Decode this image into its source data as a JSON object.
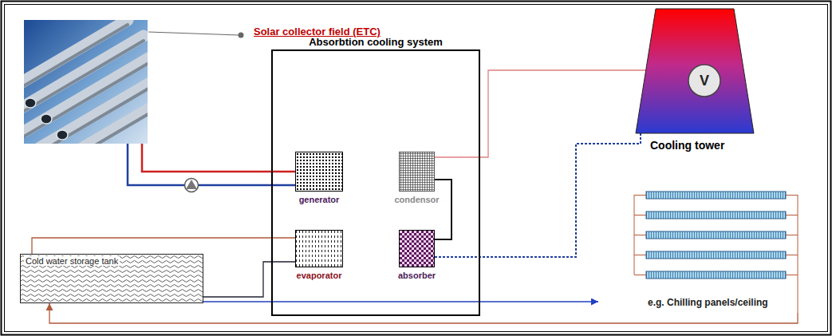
{
  "diagram": {
    "nodes": [
      {
        "text": [
          "Solar collector field (ETC)"
        ]
      },
      {
        "text": [
          "Absorbtion cooling system"
        ]
      },
      {
        "text": [
          "generator"
        ],
        "in": 1
      },
      {
        "text": [
          "condensor"
        ],
        "in": 1
      },
      {
        "text": [
          "evaporator"
        ],
        "in": 1
      },
      {
        "text": [
          "absorber"
        ],
        "in": 1
      },
      {
        "text": [
          "V",
          "Cooling tower"
        ]
      },
      {
        "text": [
          "Cold water storage tank"
        ]
      },
      {
        "text": [
          "e.g. Chilling panels/ceiling"
        ]
      }
    ],
    "edges": [
      {
        "from": 0,
        "to": 2,
        "arrow": "none"
      },
      {
        "from": 0,
        "to": 2,
        "arrow": "none"
      },
      {
        "from": 3,
        "to": 6,
        "arrow": "none"
      },
      {
        "from": 3,
        "to": 5,
        "arrow": "none"
      },
      {
        "from": 5,
        "to": 6,
        "arrow": "none"
      },
      {
        "from": 7,
        "to": 4,
        "arrow": "none"
      },
      {
        "from": 7,
        "to": 4,
        "arrow": "none"
      },
      {
        "from": 7,
        "to": 8,
        "arrow": "to"
      },
      {
        "from": 8,
        "to": 7,
        "arrow": "to"
      }
    ]
  }
}
